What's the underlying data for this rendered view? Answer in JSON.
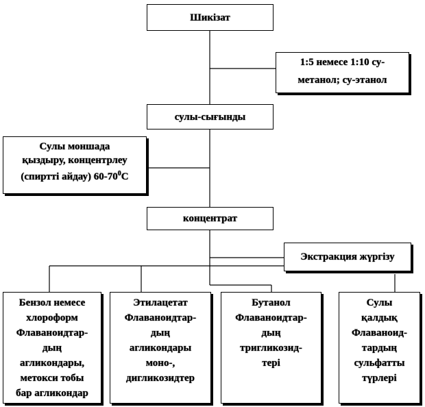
{
  "nodes": {
    "raw": "Шикізат",
    "solvent_line1": "1:5  немесе 1:10 су-",
    "solvent_line2": "метанол; су-этанол",
    "extract": "сулы-сығынды",
    "heating_line1": "Сулы моншада",
    "heating_line2": "қыздыру, концентрлеу",
    "heating_line3": "(спиртті айдау) 60-70",
    "heating_sup": "0",
    "heating_unit": "С",
    "concentrate": "концентрат",
    "extraction": "Экстракция жүргізу"
  },
  "results": [
    {
      "lines": [
        "Бензол немесе",
        "хлороформ",
        "Флаваноидтар-",
        "дың",
        "агликондары,",
        "метокси тобы",
        "бар агликондар"
      ]
    },
    {
      "lines": [
        "Этилацетат",
        "Флаваноидтар-",
        "дың",
        "агликондары",
        "моно-,",
        "дигликозидтер"
      ]
    },
    {
      "lines": [
        "Бутанол",
        "Флаваноидтар-",
        "дың",
        "тригликозид-",
        "тері"
      ]
    },
    {
      "lines": [
        "Сулы",
        "қалдық",
        "Флаваноид-",
        "тардың",
        "сульфатты",
        "түрлері"
      ]
    }
  ]
}
